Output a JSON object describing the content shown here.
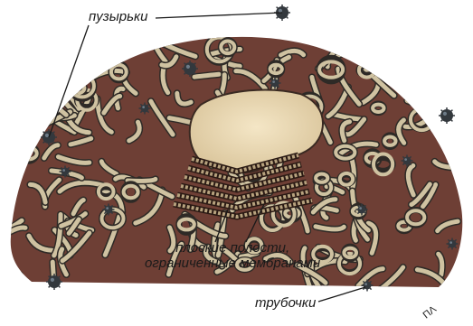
{
  "labels": {
    "vesicles": "пузырьки",
    "cavities_line1": "плоские полости,",
    "cavities_line2": "ограниченные мембранами",
    "tubules": "трубочки",
    "page_corner": "ΠΛ"
  },
  "colors": {
    "background": "#ffffff",
    "tube_fill": "#cfc2a1",
    "tube_outline": "#2e2a26",
    "cavity_fill": "#7a3b2a",
    "core_fill": "#efdcb6",
    "vesicle": "#33383d",
    "leader_line": "#1a1a1a"
  },
  "icons": {
    "vesicle": "dark-granule-icon"
  }
}
